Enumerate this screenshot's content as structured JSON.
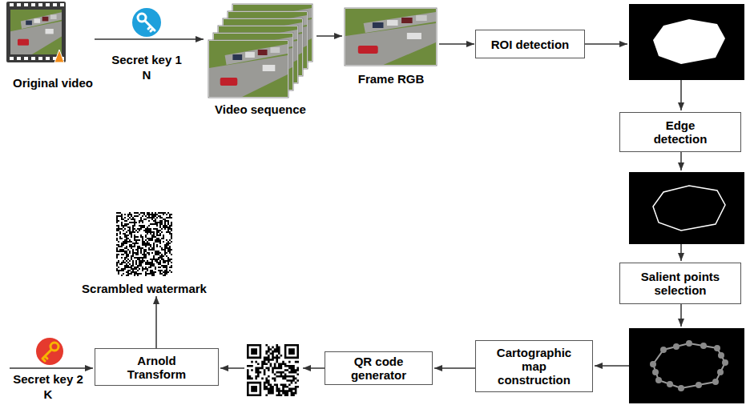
{
  "diagram": {
    "nodes": [
      {
        "text": [
          "Original video"
        ]
      },
      {
        "text": [
          "Video sequence"
        ]
      },
      {
        "text": [
          "Frame RGB"
        ]
      },
      {
        "text": [
          "ROI detection"
        ]
      },
      {
        "text": [
          "Edge detection"
        ]
      },
      {
        "text": [
          "Salient points selection"
        ]
      },
      {
        "text": [
          "Cartographic map construction"
        ]
      },
      {
        "text": [
          "QR code generator"
        ]
      },
      {
        "text": [
          "Arnold Transform"
        ]
      },
      {
        "text": [
          "Scrambled watermark"
        ]
      }
    ],
    "edges": [
      {
        "from": 0,
        "to": 1,
        "arrow": "to"
      },
      {
        "from": 1,
        "to": 2,
        "arrow": "to"
      },
      {
        "from": 2,
        "to": 3,
        "arrow": "to"
      },
      {
        "from": 8,
        "to": 9,
        "arrow": "to"
      }
    ],
    "labels": [
      "Secret key 1",
      "N",
      "Secret key 2",
      "K"
    ]
  }
}
